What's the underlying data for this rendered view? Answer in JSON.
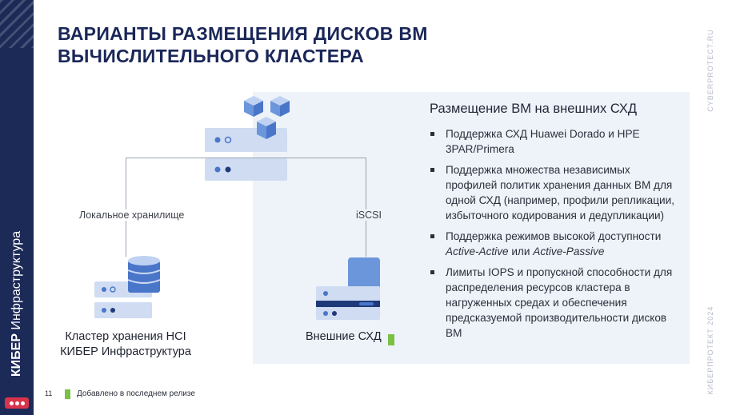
{
  "title": {
    "line1": "ВАРИАНТЫ РАЗМЕЩЕНИЯ ДИСКОВ ВМ",
    "line2": "ВЫЧИСЛИТЕЛЬНОГО КЛАСТЕРА"
  },
  "brand": {
    "name_bold": "КИБЕР",
    "name_rest": " Инфраструктура"
  },
  "side": {
    "url": "CYBERPROTECT.RU",
    "event": "КИБЕРПРОТЕКТ 2024"
  },
  "diagram": {
    "left_label": "Локальное хранилище",
    "right_label": "iSCSI",
    "left_caption_line1": "Кластер хранения HCI",
    "left_caption_line2": "КИБЕР Инфраструктура",
    "right_caption": "Внешние СХД"
  },
  "right_panel": {
    "heading": "Размещение ВМ на внешних СХД",
    "bullets": {
      "b1": "Поддержка СХД Huawei Dorado и HPE 3PAR/Primera",
      "b2": "Поддержка множества независимых профилей политик хранения данных ВМ для одной СХД (например, профили репликации, избыточного кодирования и дедупликации)",
      "b3_prefix": "Поддержка режимов высокой доступности ",
      "b3_italic1": "Active-Active",
      "b3_mid": " или ",
      "b3_italic2": "Active-Passive",
      "b4": "Лимиты IOPS и пропускной способности для распределения ресурсов кластера в нагруженных средах и обеспечения предсказуемой производительности дисков ВМ"
    }
  },
  "footer": {
    "page_number": "11",
    "legend": "Добавлено в последнем релизе"
  },
  "colors": {
    "brand_navy": "#1c2a57",
    "accent_blue": "#4a76c9",
    "light_blue": "#cfdcf2",
    "green_marker": "#7ac043",
    "logo_red": "#d9334b"
  },
  "icons": [
    "server-stack-icon",
    "cubes-icon",
    "database-icon",
    "storage-array-icon"
  ]
}
